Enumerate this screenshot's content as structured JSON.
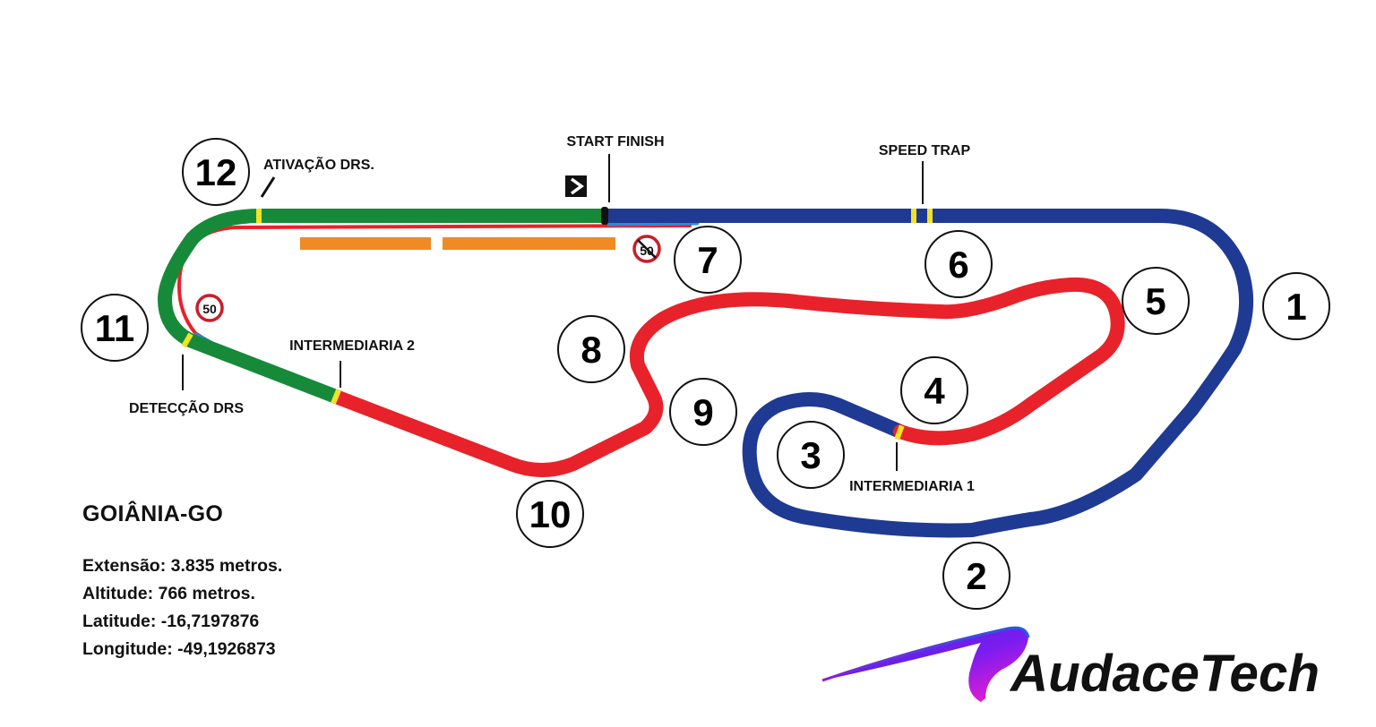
{
  "labels": {
    "start_finish": "START FINISH",
    "speed_trap": "SPEED TRAP",
    "drs_activation": "ATIVAÇÃO DRS.",
    "drs_detection": "DETECÇÃO DRS",
    "intermediate_1": "INTERMEDIARIA 1",
    "intermediate_2": "INTERMEDIARIA 2"
  },
  "turns": [
    "1",
    "2",
    "3",
    "4",
    "5",
    "6",
    "7",
    "8",
    "9",
    "10",
    "11",
    "12"
  ],
  "speed_limits": [
    "50",
    "50"
  ],
  "info": {
    "city": "GOIÂNIA-GO",
    "length": "Extensão: 3.835 metros.",
    "altitude": "Altitude: 766 metros.",
    "latitude": "Latitude: -16,7197876",
    "longitude": "Longitude: -49,1926873"
  },
  "logo": {
    "text": "AudaceTech"
  },
  "colors": {
    "sector_1": "#1f3a93",
    "sector_2": "#e8222a",
    "sector_3": "#178a3a",
    "pit_lane": "#e8222a",
    "pit_entry_exit": "#2a8ad6",
    "marker": "#f2e324",
    "pit_boxes": "#f08a24"
  }
}
